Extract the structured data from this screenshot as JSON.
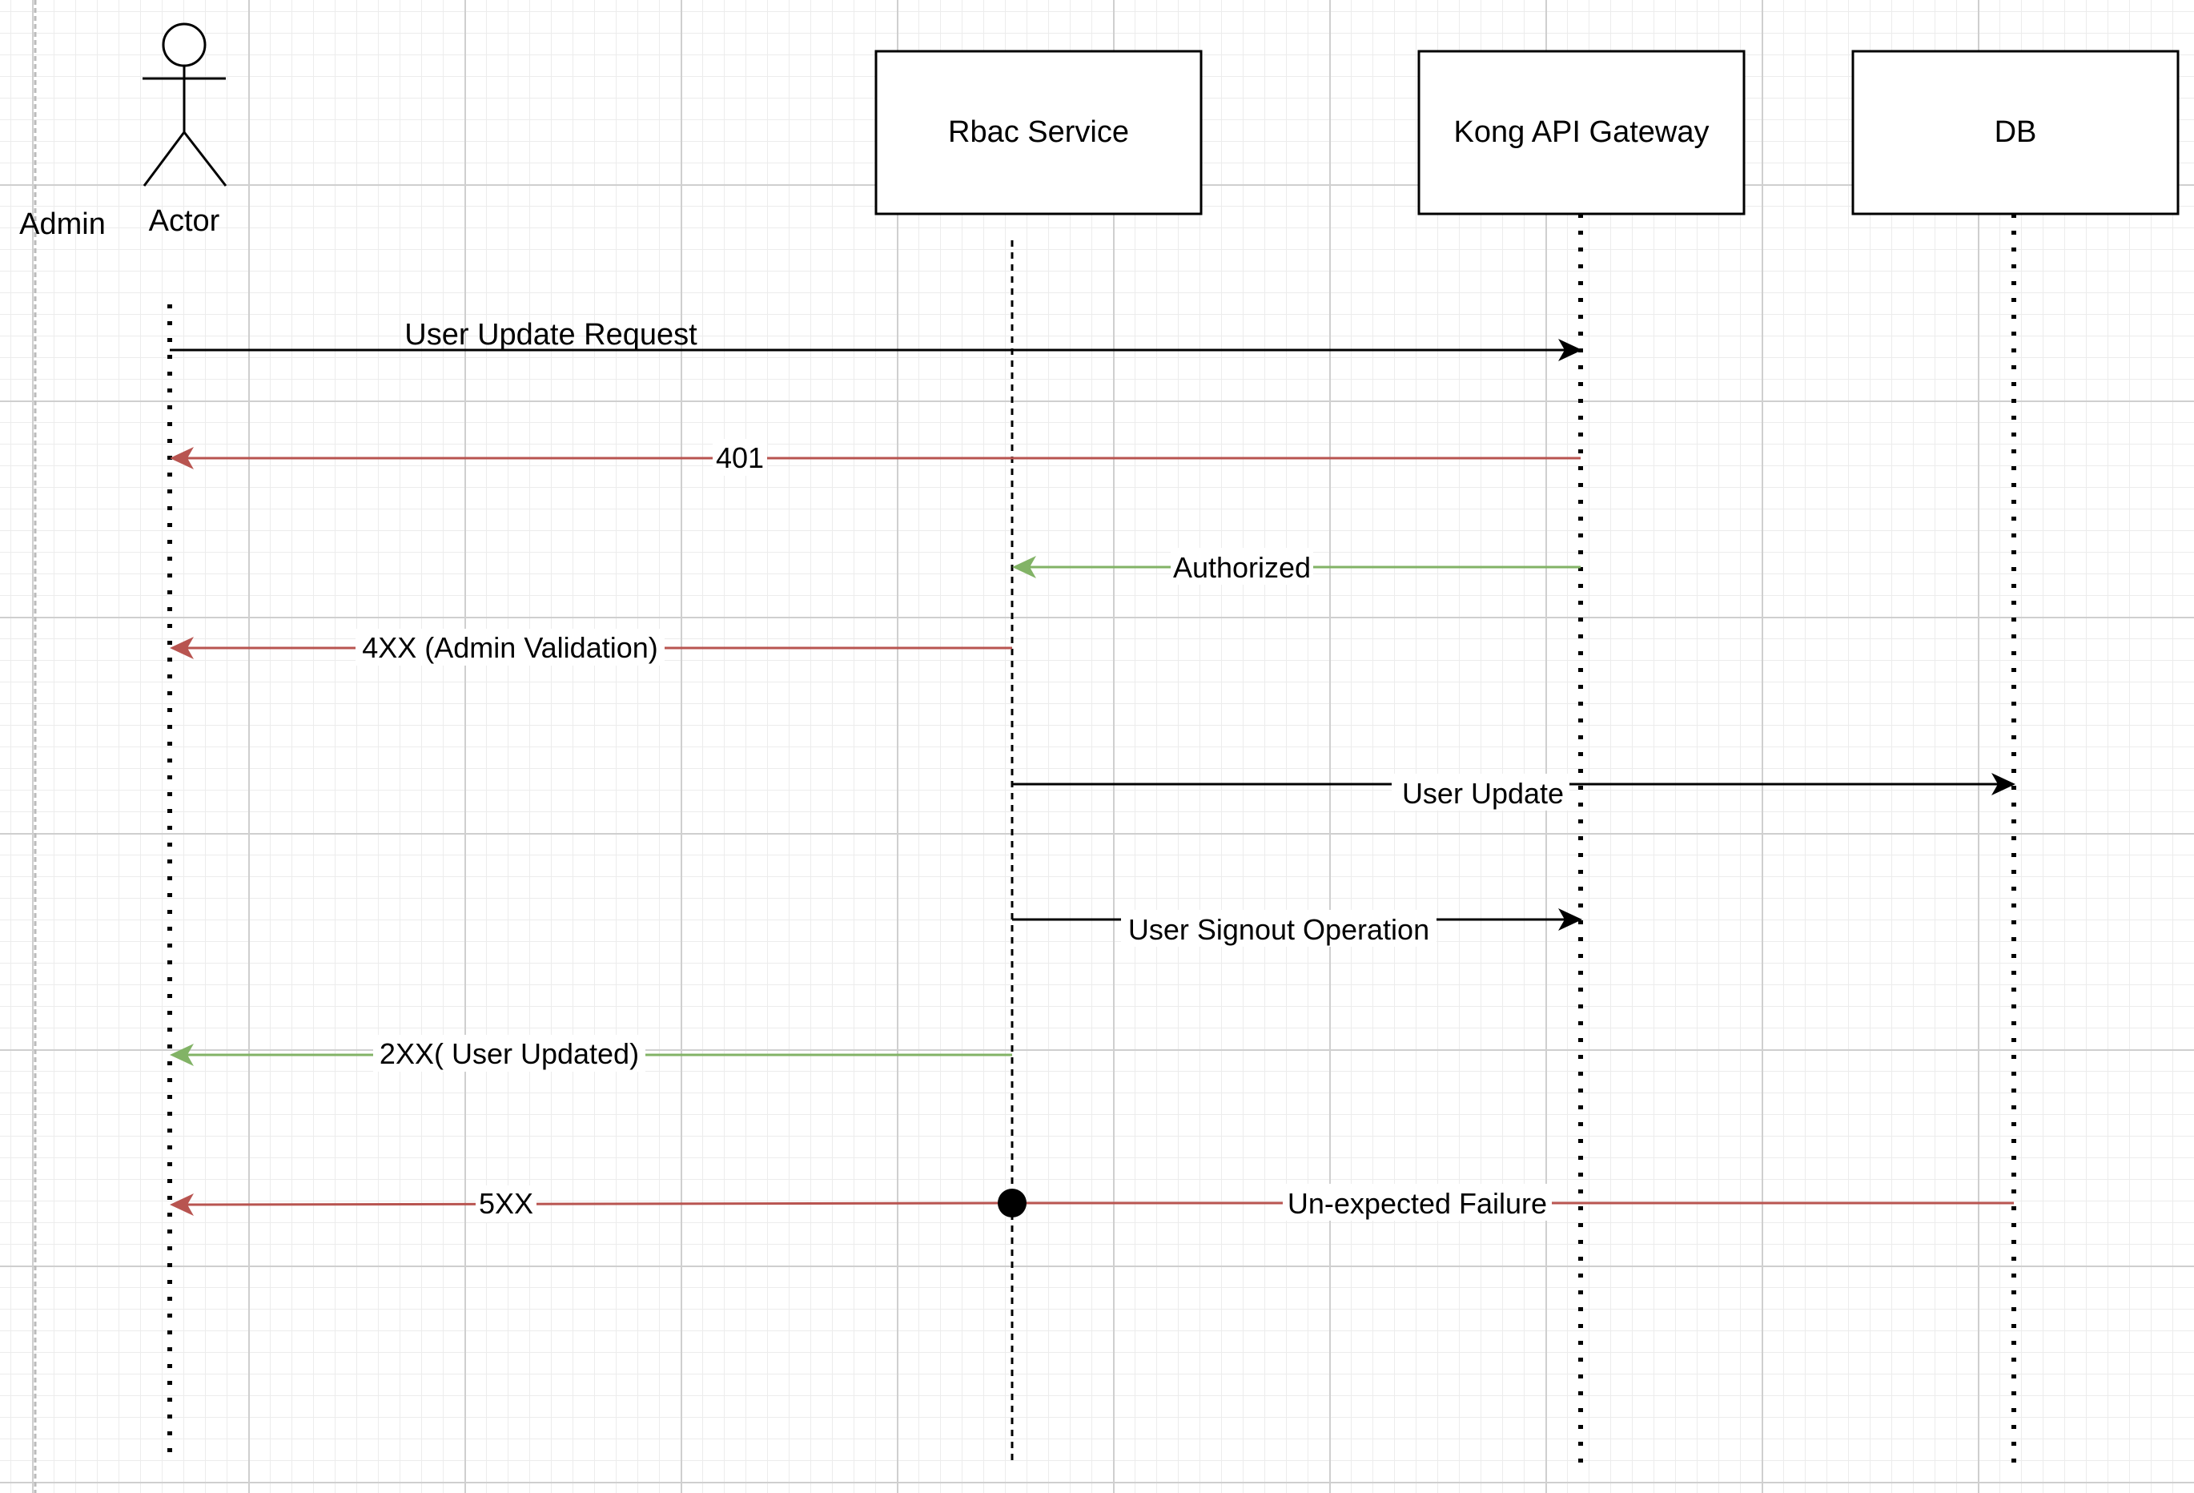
{
  "diagram": {
    "type": "sequence",
    "actor": {
      "label": "Actor",
      "side_label": "Admin"
    },
    "participants": [
      {
        "id": "rbac",
        "label": "Rbac Service"
      },
      {
        "id": "kong",
        "label": "Kong API Gateway"
      },
      {
        "id": "db",
        "label": "DB"
      }
    ],
    "colors": {
      "request": "#000000",
      "error": "#b85450",
      "success": "#82b366"
    },
    "messages": [
      {
        "from": "actor",
        "to": "kong",
        "label": "User Update Request",
        "kind": "request"
      },
      {
        "from": "kong",
        "to": "actor",
        "label": "401",
        "kind": "error"
      },
      {
        "from": "kong",
        "to": "rbac",
        "label": "Authorized",
        "kind": "success"
      },
      {
        "from": "rbac",
        "to": "actor",
        "label": "4XX (Admin Validation)",
        "kind": "error"
      },
      {
        "from": "rbac",
        "to": "db",
        "label": "User Update",
        "kind": "request"
      },
      {
        "from": "rbac",
        "to": "kong",
        "label": "User Signout Operation",
        "kind": "request"
      },
      {
        "from": "rbac",
        "to": "actor",
        "label": "2XX( User Updated)",
        "kind": "success"
      },
      {
        "from": "rbac",
        "to": "actor",
        "label": "5XX",
        "kind": "error"
      },
      {
        "from": "db",
        "to": "rbac",
        "label": "Un-expected Failure",
        "kind": "error"
      }
    ]
  }
}
